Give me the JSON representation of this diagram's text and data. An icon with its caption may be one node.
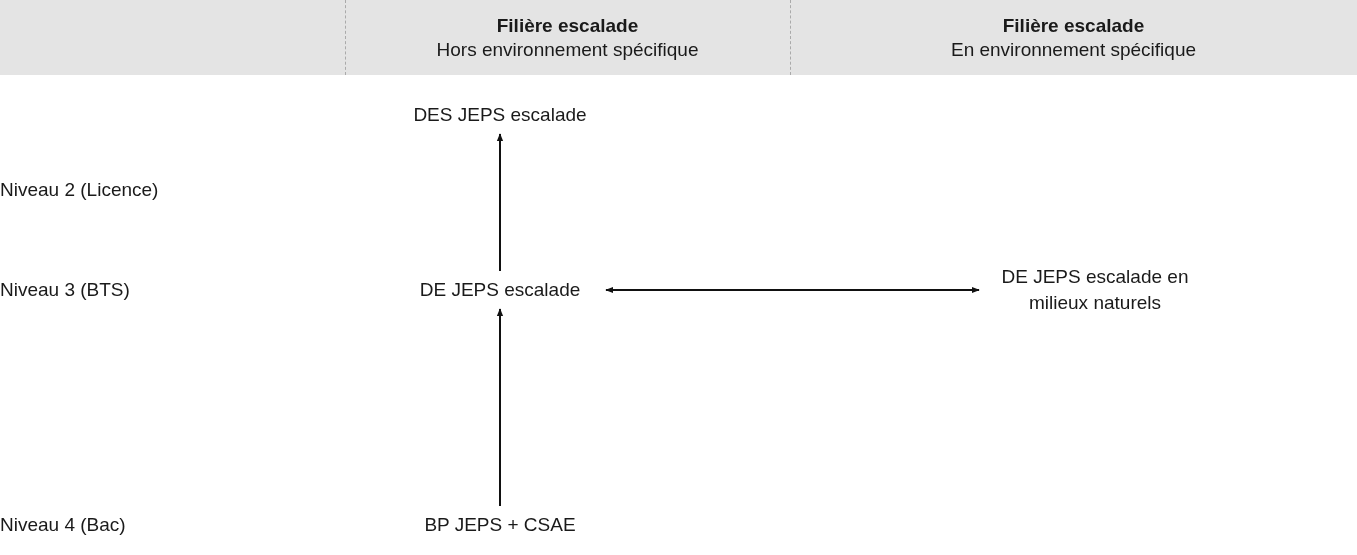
{
  "diagram": {
    "nodes": [
      {
        "text": [
          "Filière escalade",
          "Hors environnement spécifique"
        ]
      },
      {
        "text": [
          "Filière escalade",
          "En environnement spécifique"
        ]
      },
      {
        "text": [
          "DES JEPS escalade"
        ]
      },
      {
        "text": [
          "DE JEPS escalade"
        ]
      },
      {
        "text": [
          "DE JEPS escalade en milieux naturels"
        ]
      },
      {
        "text": [
          "BP JEPS + CSAE"
        ]
      }
    ],
    "edges": [
      {
        "from": 3,
        "to": 2,
        "arrow": "to"
      },
      {
        "from": 5,
        "to": 3,
        "arrow": "to"
      },
      {
        "from": 3,
        "to": 4,
        "arrow": "both"
      }
    ],
    "labels": [
      "Niveau 2 (Licence)",
      "Niveau 3 (BTS)",
      "Niveau 4 (Bac)"
    ]
  }
}
